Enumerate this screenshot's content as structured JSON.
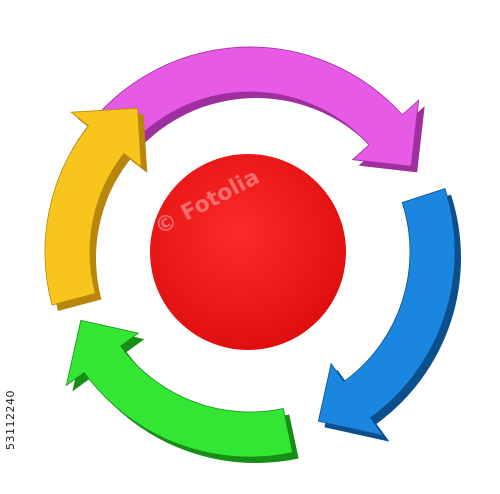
{
  "diagram": {
    "type": "circular-cycle",
    "center": {
      "color": "#ee1111"
    },
    "arrows": [
      {
        "name": "magenta",
        "color": "#e65ae6",
        "dark": "#9e2f9e"
      },
      {
        "name": "blue",
        "color": "#1a86df",
        "dark": "#0b4f8c"
      },
      {
        "name": "green",
        "color": "#33e633",
        "dark": "#178f17"
      },
      {
        "name": "yellow",
        "color": "#f7c51c",
        "dark": "#b8860a"
      }
    ]
  },
  "stock_id": "53112240",
  "watermark_text": "© Fotolia"
}
